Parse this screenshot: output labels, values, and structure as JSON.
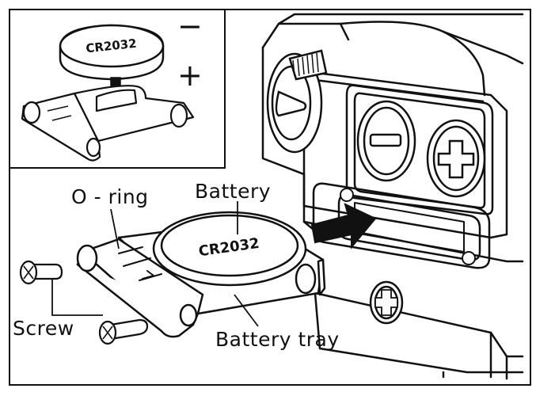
{
  "labels": {
    "o_ring": "O - ring",
    "battery": "Battery",
    "screw": "Screw",
    "battery_tray": "Battery tray"
  },
  "inset": {
    "minus_sign": "−",
    "plus_sign": "+"
  },
  "battery_marking": "CR2032",
  "colors": {
    "line": "#111111",
    "background": "#ffffff",
    "arrow": "#111111"
  }
}
